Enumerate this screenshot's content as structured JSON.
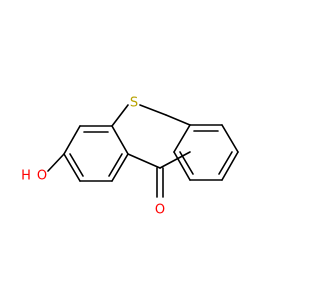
{
  "molecule": {
    "atoms": {
      "sulfur": {
        "label": "S",
        "color": "#b8a200"
      },
      "hydroxyl": {
        "label": "O",
        "color": "#ff0000",
        "h_label": "H",
        "h_color": "#ff0000"
      },
      "carbonyl": {
        "label": "O",
        "color": "#ff0000"
      }
    },
    "bond_color": "#000000"
  }
}
